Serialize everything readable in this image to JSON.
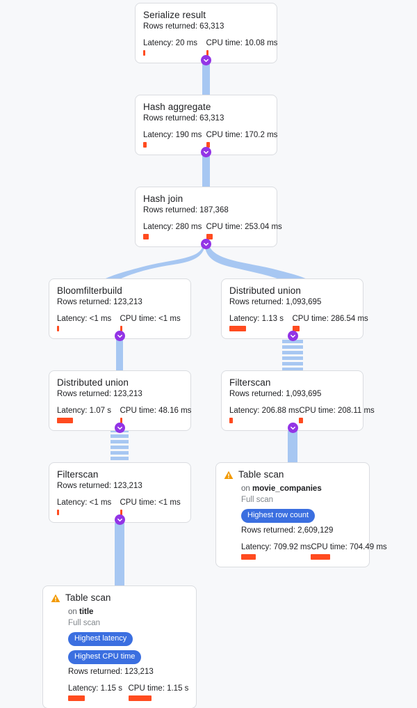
{
  "theme": {
    "background": "#f7f8fa",
    "node_bg": "#ffffff",
    "node_border": "#dadce0",
    "edge_color": "#a7c7f2",
    "collapse_color": "#9334e6",
    "badge_color": "#3b6fe0",
    "bar_color": "#ff4b1f",
    "warning_color": "#f29900"
  },
  "labels": {
    "rows_prefix": "Rows returned: ",
    "latency_prefix": "Latency: ",
    "cpu_prefix": "CPU time: ",
    "on_prefix": "on ",
    "collapse_icon": "chevron-down-icon",
    "warning_icon": "warning-triangle-icon"
  },
  "nodes": [
    {
      "id": "serialize-result",
      "title": "Serialize result",
      "rows": "Rows returned: 63,313",
      "latency": "Latency: 20 ms",
      "cpu": "CPU time: 10.08 ms",
      "latency_bar_w": 3,
      "cpu_bar_w": 3,
      "table": null,
      "scan_type": null,
      "badges": [],
      "warning": false
    },
    {
      "id": "hash-aggregate",
      "title": "Hash aggregate",
      "rows": "Rows returned: 63,313",
      "latency": "Latency: 190 ms",
      "cpu": "CPU time: 170.2 ms",
      "latency_bar_w": 5,
      "cpu_bar_w": 5,
      "table": null,
      "scan_type": null,
      "badges": [],
      "warning": false
    },
    {
      "id": "hash-join",
      "title": "Hash join",
      "rows": "Rows returned: 187,368",
      "latency": "Latency: 280 ms",
      "cpu": "CPU time: 253.04 ms",
      "latency_bar_w": 8,
      "cpu_bar_w": 9,
      "table": null,
      "scan_type": null,
      "badges": [],
      "warning": false
    },
    {
      "id": "bloomfilterbuild",
      "title": "Bloomfilterbuild",
      "rows": "Rows returned: 123,213",
      "latency": "Latency: <1 ms",
      "cpu": "CPU time: <1 ms",
      "latency_bar_w": 3,
      "cpu_bar_w": 3,
      "table": null,
      "scan_type": null,
      "badges": [],
      "warning": false
    },
    {
      "id": "distributed-union-right",
      "title": "Distributed union",
      "rows": "Rows returned: 1,093,695",
      "latency": "Latency: 1.13 s",
      "cpu": "CPU time: 286.54 ms",
      "latency_bar_w": 24,
      "cpu_bar_w": 10,
      "table": null,
      "scan_type": null,
      "badges": [],
      "warning": false
    },
    {
      "id": "distributed-union-left",
      "title": "Distributed union",
      "rows": "Rows returned: 123,213",
      "latency": "Latency: 1.07 s",
      "cpu": "CPU time: 48.16 ms",
      "latency_bar_w": 23,
      "cpu_bar_w": 3,
      "table": null,
      "scan_type": null,
      "badges": [],
      "warning": false
    },
    {
      "id": "filterscan-right",
      "title": "Filterscan",
      "rows": "Rows returned: 1,093,695",
      "latency": "Latency: 206.88 ms",
      "cpu": "CPU time: 208.11 ms",
      "latency_bar_w": 5,
      "cpu_bar_w": 6,
      "table": null,
      "scan_type": null,
      "badges": [],
      "warning": false
    },
    {
      "id": "filterscan-left",
      "title": "Filterscan",
      "rows": "Rows returned: 123,213",
      "latency": "Latency: <1 ms",
      "cpu": "CPU time: <1 ms",
      "latency_bar_w": 3,
      "cpu_bar_w": 3,
      "table": null,
      "scan_type": null,
      "badges": [],
      "warning": false
    },
    {
      "id": "table-scan-movie-companies",
      "title": "Table scan",
      "rows": "Rows returned: 2,609,129",
      "latency": "Latency: 709.92 ms",
      "cpu": "CPU time: 704.49 ms",
      "latency_bar_w": 21,
      "cpu_bar_w": 28,
      "table": "movie_companies",
      "scan_type": "Full scan",
      "badges": [
        "Highest row count"
      ],
      "warning": true
    },
    {
      "id": "table-scan-title",
      "title": "Table scan",
      "rows": "Rows returned: 123,213",
      "latency": "Latency: 1.15 s",
      "cpu": "CPU time: 1.15 s",
      "latency_bar_w": 24,
      "cpu_bar_w": 33,
      "table": "title",
      "scan_type": "Full scan",
      "badges": [
        "Highest latency",
        "Highest CPU time"
      ],
      "warning": true
    }
  ]
}
